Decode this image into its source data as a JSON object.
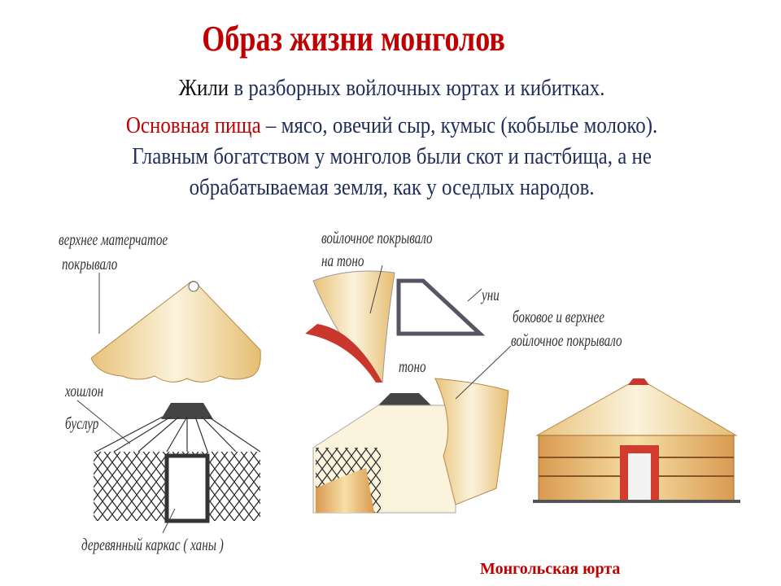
{
  "title": "Образ жизни монголов",
  "text": {
    "line1_start": "Жили",
    "line1_rest": " в разборных войлочных юртах и кибитках.",
    "line2_highlight": "Основная пища",
    "line2_rest": " – мясо, овечий сыр, кумыс (кобылье молоко).",
    "line3": "Главным богатством у монголов были скот и пастбища, а не",
    "line4": "обрабатываемая земля, как у оседлых народов."
  },
  "diagram_labels": {
    "top_cover_1": "верхнее матерчатое",
    "top_cover_2": "покрывало",
    "felt_tono_1": "войлочное покрывало",
    "felt_tono_2": "на тоно",
    "uni": "уни",
    "side_top_1": "боковое и верхнее",
    "side_top_2": "войлочное покрывало",
    "tono": "тоно",
    "khoshlon": "хошлон",
    "buslur": "буслур",
    "frame": "деревянный каркас ( ханы )"
  },
  "caption": "Монгольская юрта",
  "colors": {
    "title": "#c00000",
    "body": "#1f2d5a",
    "felt": "#f0d79a",
    "door": "#d43b2f"
  }
}
